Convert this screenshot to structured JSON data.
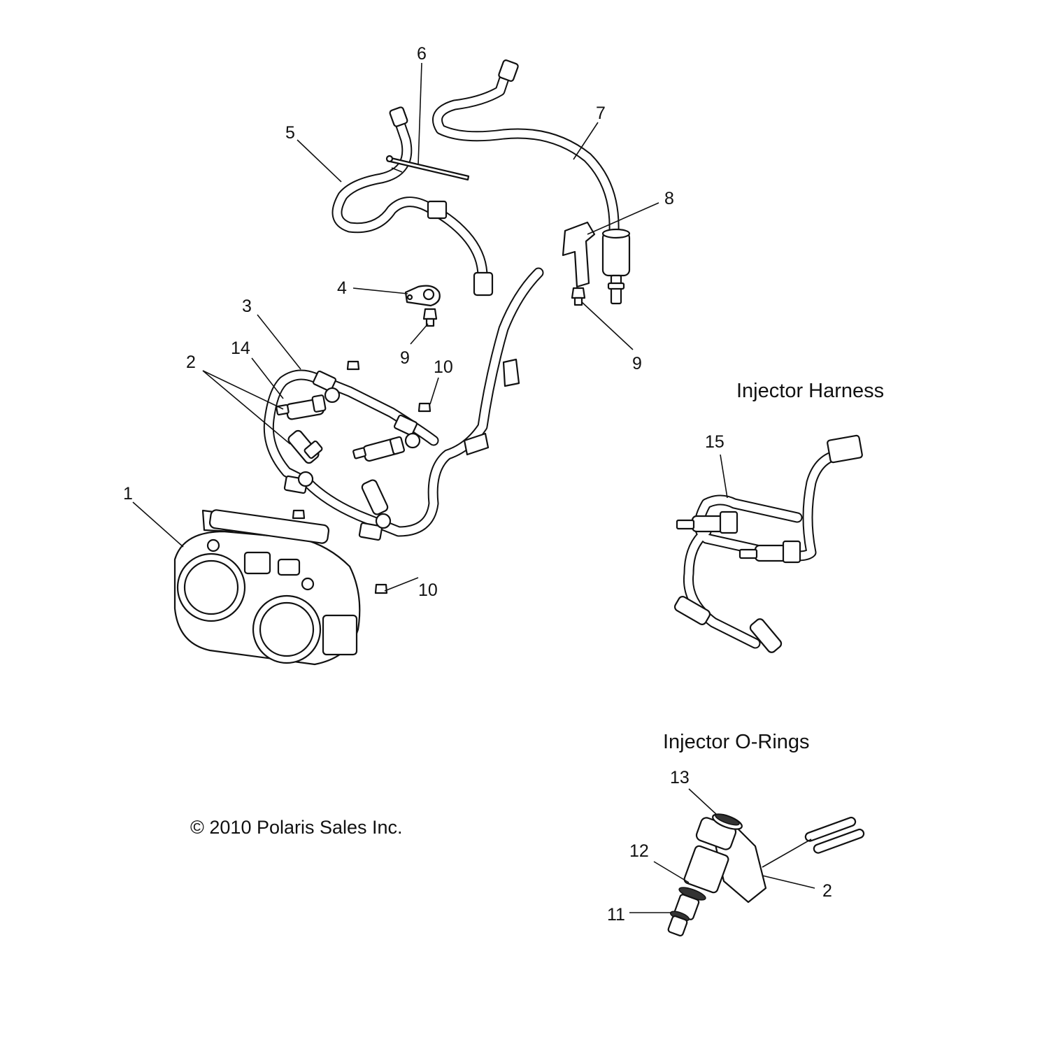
{
  "callouts": {
    "c1": "1",
    "c2a": "2",
    "c2b": "2",
    "c3": "3",
    "c4": "4",
    "c5": "5",
    "c6": "6",
    "c7": "7",
    "c8": "8",
    "c9a": "9",
    "c9b": "9",
    "c10a": "10",
    "c10b": "10",
    "c11": "11",
    "c12": "12",
    "c13": "13",
    "c14": "14",
    "c15": "15"
  },
  "sections": {
    "injector_harness": "Injector Harness",
    "injector_orings": "Injector O-Rings"
  },
  "copyright": "© 2010 Polaris Sales Inc."
}
